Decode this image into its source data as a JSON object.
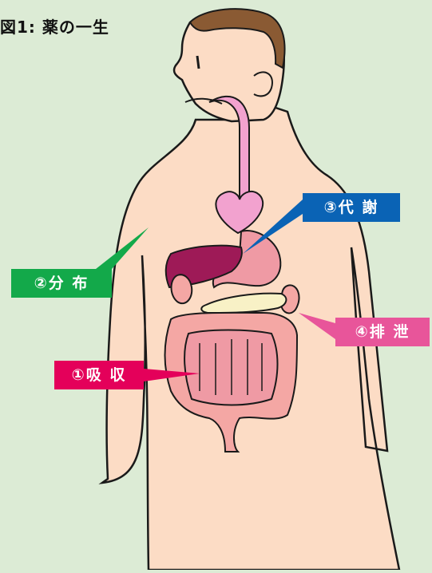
{
  "title": "図1: 薬の一生",
  "labels": {
    "absorption": "①吸 収",
    "distribution": "②分 布",
    "metabolism": "③代 謝",
    "excretion": "④排 泄"
  },
  "colors": {
    "background": "#dcebd5",
    "skin": "#fcdcc5",
    "outline": "#1a1a1a",
    "hair": "#8a5a33",
    "absorption": "#e4005a",
    "distribution": "#13a94a",
    "metabolism": "#0a63b5",
    "excretion": "#e8559a",
    "heart": "#f2a2cf",
    "liver": "#9e1a57",
    "stomach": "#ef9aa4",
    "intestine": "#f4a7a4",
    "pancreas": "#f8f1c6"
  }
}
